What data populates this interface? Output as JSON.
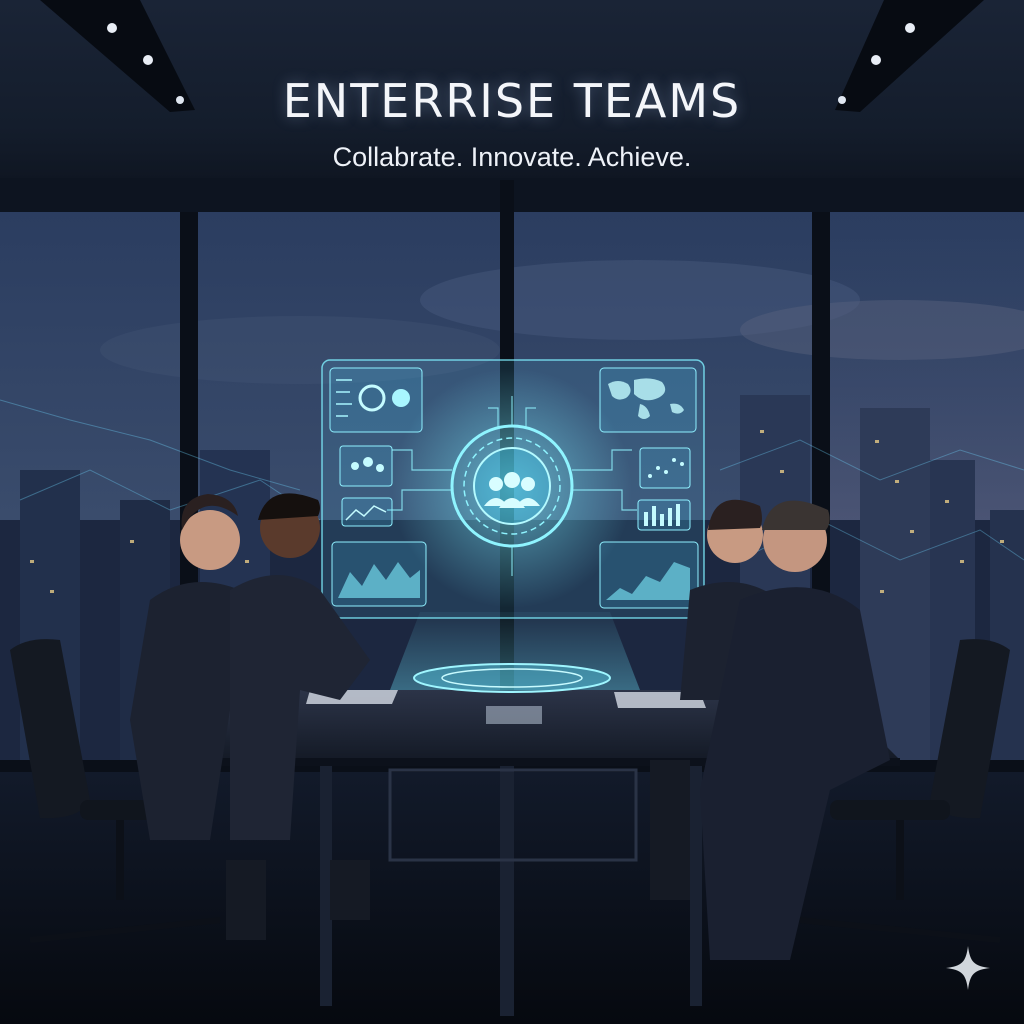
{
  "poster": {
    "title": "ENTERRISE TEAMS",
    "tagline": "Collabrate. Innovate. Achieve."
  },
  "hologram": {
    "center_icon": "team-people-icon",
    "panels": [
      "analytics-panel",
      "bubble-chart-panel",
      "world-map-panel",
      "scatter-chart-panel",
      "bar-chart-panel",
      "area-chart-panel",
      "line-chart-panel"
    ]
  },
  "people": [
    "woman-left",
    "man-left",
    "woman-right",
    "man-right"
  ],
  "colors": {
    "hologram": "#5fe6ff",
    "sky_top": "#1a2a45",
    "sky_mid": "#2a3b5c",
    "dusk_glow": "#c98aa0",
    "suit": "#1c2230"
  },
  "corner_icon": "sparkle-icon"
}
